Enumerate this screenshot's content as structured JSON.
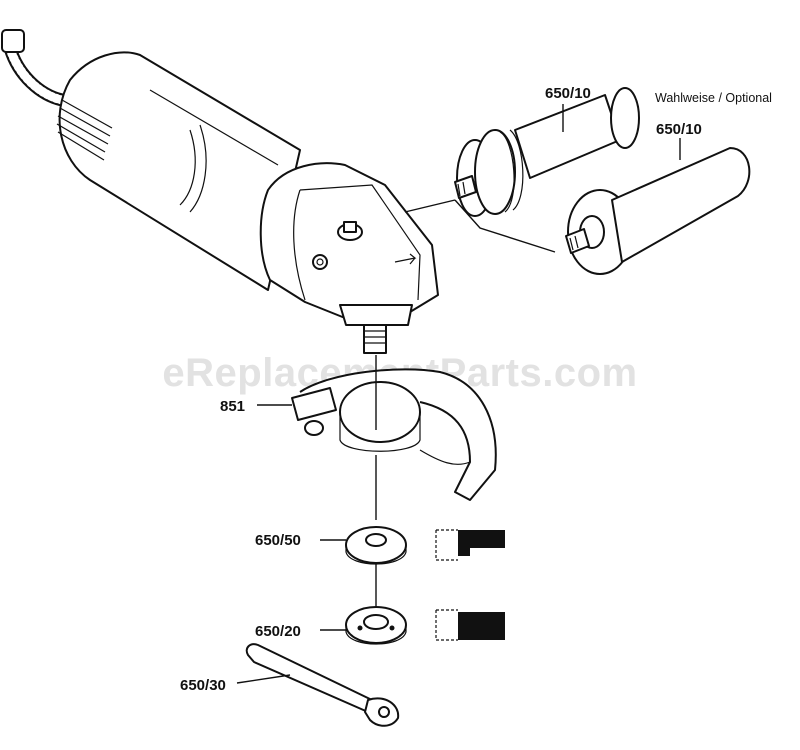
{
  "watermark": "eReplacementParts.com",
  "optional_note": "Wahlweise / Optional",
  "labels": {
    "handle_a": "650/10",
    "handle_b": "650/10",
    "guard": "851",
    "flange": "650/50",
    "clamp_nut": "650/20",
    "spanner": "650/30"
  }
}
